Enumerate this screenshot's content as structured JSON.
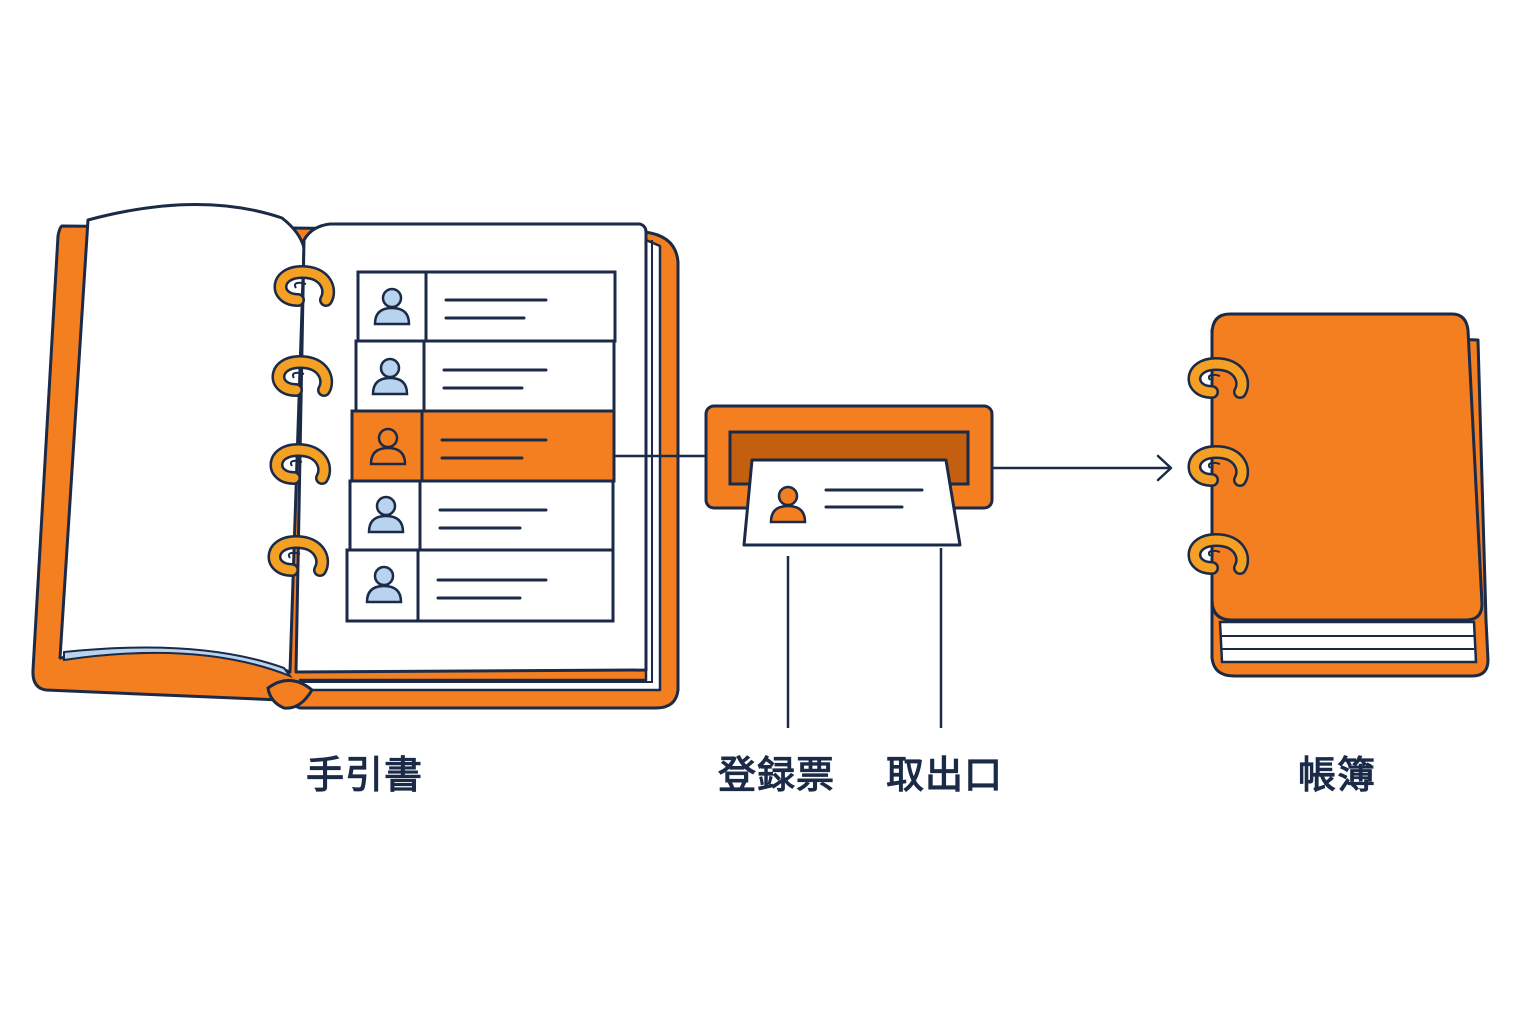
{
  "colors": {
    "orange": "#f47f20",
    "orange_dark": "#c45f10",
    "navy": "#1b2a47",
    "page": "#ffffff",
    "person_blue": "#b7d3ee"
  },
  "labels": {
    "manual": "手引書",
    "form": "登録票",
    "slot": "取出口",
    "ledger": "帳簿"
  },
  "icons": {
    "person": "person-icon",
    "ring": "binder-ring-icon",
    "arrow": "arrow-right-icon"
  },
  "manual_rows": [
    {
      "icon": "person-icon",
      "highlighted": false
    },
    {
      "icon": "person-icon",
      "highlighted": false
    },
    {
      "icon": "person-icon",
      "highlighted": true
    },
    {
      "icon": "person-icon",
      "highlighted": false
    },
    {
      "icon": "person-icon",
      "highlighted": false
    }
  ]
}
